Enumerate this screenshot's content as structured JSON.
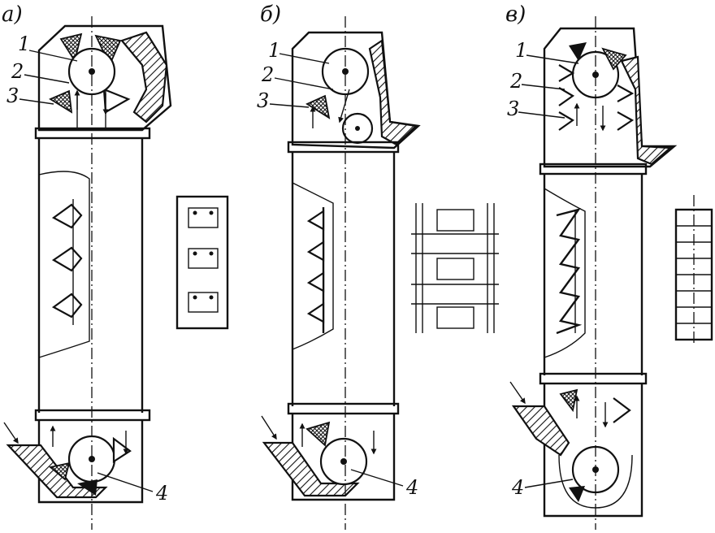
{
  "panels": [
    {
      "id": "a",
      "label": "а)"
    },
    {
      "id": "b",
      "label": "б)"
    },
    {
      "id": "c",
      "label": "в)"
    }
  ],
  "callouts": {
    "n1": "1",
    "n2": "2",
    "n3": "3",
    "n4": "4"
  }
}
